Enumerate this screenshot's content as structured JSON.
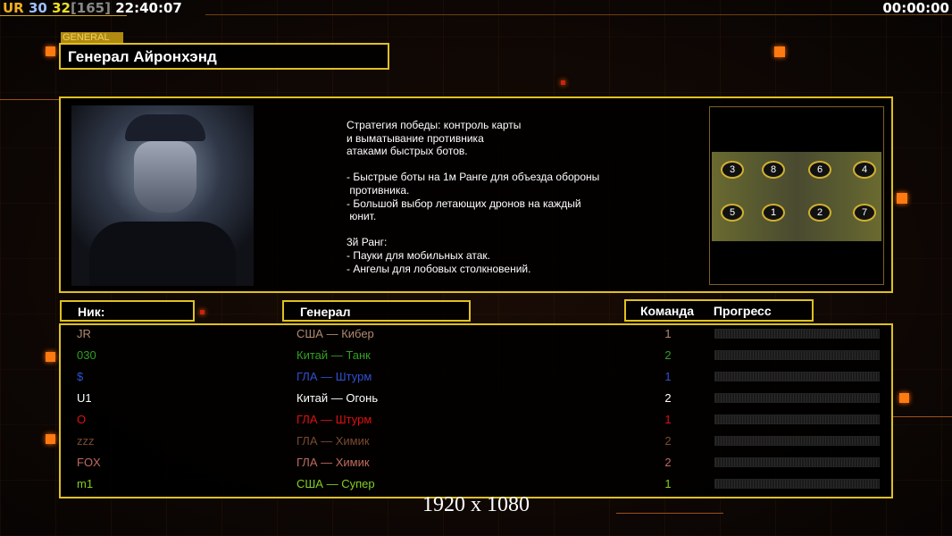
{
  "hud": {
    "name": "UR",
    "v1": "30",
    "v2": "32",
    "v3": "[165]",
    "clock": "22:40:07",
    "timer": "00:00:00"
  },
  "general": {
    "tag": "GENERAL",
    "title": "Генерал Айронхэнд",
    "description": [
      "Стратегия победы: контроль карты",
      "и выматывание противника",
      "атаками быстрых ботов.",
      "",
      "- Быстрые боты на 1м Ранге для объезда обороны",
      " противника.",
      "- Большой выбор летающих дронов на каждый",
      " юнит.",
      "",
      "3й Ранг:",
      "- Пауки для мобильных атак.",
      "- Ангелы для лобовых столкновений."
    ]
  },
  "map": {
    "slots": [
      "3",
      "8",
      "6",
      "4",
      "5",
      "1",
      "2",
      "7"
    ]
  },
  "table": {
    "headers": {
      "nick": "Ник:",
      "general": "Генерал",
      "team": "Команда",
      "progress": "Прогресс"
    },
    "rows": [
      {
        "nick": "JR",
        "general": "США — Кибер",
        "team": "1",
        "color": "#b08a70",
        "progress": 0
      },
      {
        "nick": "030",
        "general": "Китай — Танк",
        "team": "2",
        "color": "#30a020",
        "progress": 0
      },
      {
        "nick": "$",
        "general": "ГЛА — Штурм",
        "team": "1",
        "color": "#3050d0",
        "progress": 0
      },
      {
        "nick": "U1",
        "general": "Китай — Огонь",
        "team": "2",
        "color": "#ffffff",
        "progress": 0
      },
      {
        "nick": "O",
        "general": "ГЛА — Штурм",
        "team": "1",
        "color": "#e01010",
        "progress": 0
      },
      {
        "nick": "zzz",
        "general": "ГЛА — Химик",
        "team": "2",
        "color": "#7a4a30",
        "progress": 0
      },
      {
        "nick": "FOX",
        "general": "ГЛА — Химик",
        "team": "2",
        "color": "#c06a60",
        "progress": 0
      },
      {
        "nick": "m1",
        "general": "США — Супер",
        "team": "1",
        "color": "#80d020",
        "progress": 0
      }
    ]
  },
  "resolution": "1920 x 1080"
}
